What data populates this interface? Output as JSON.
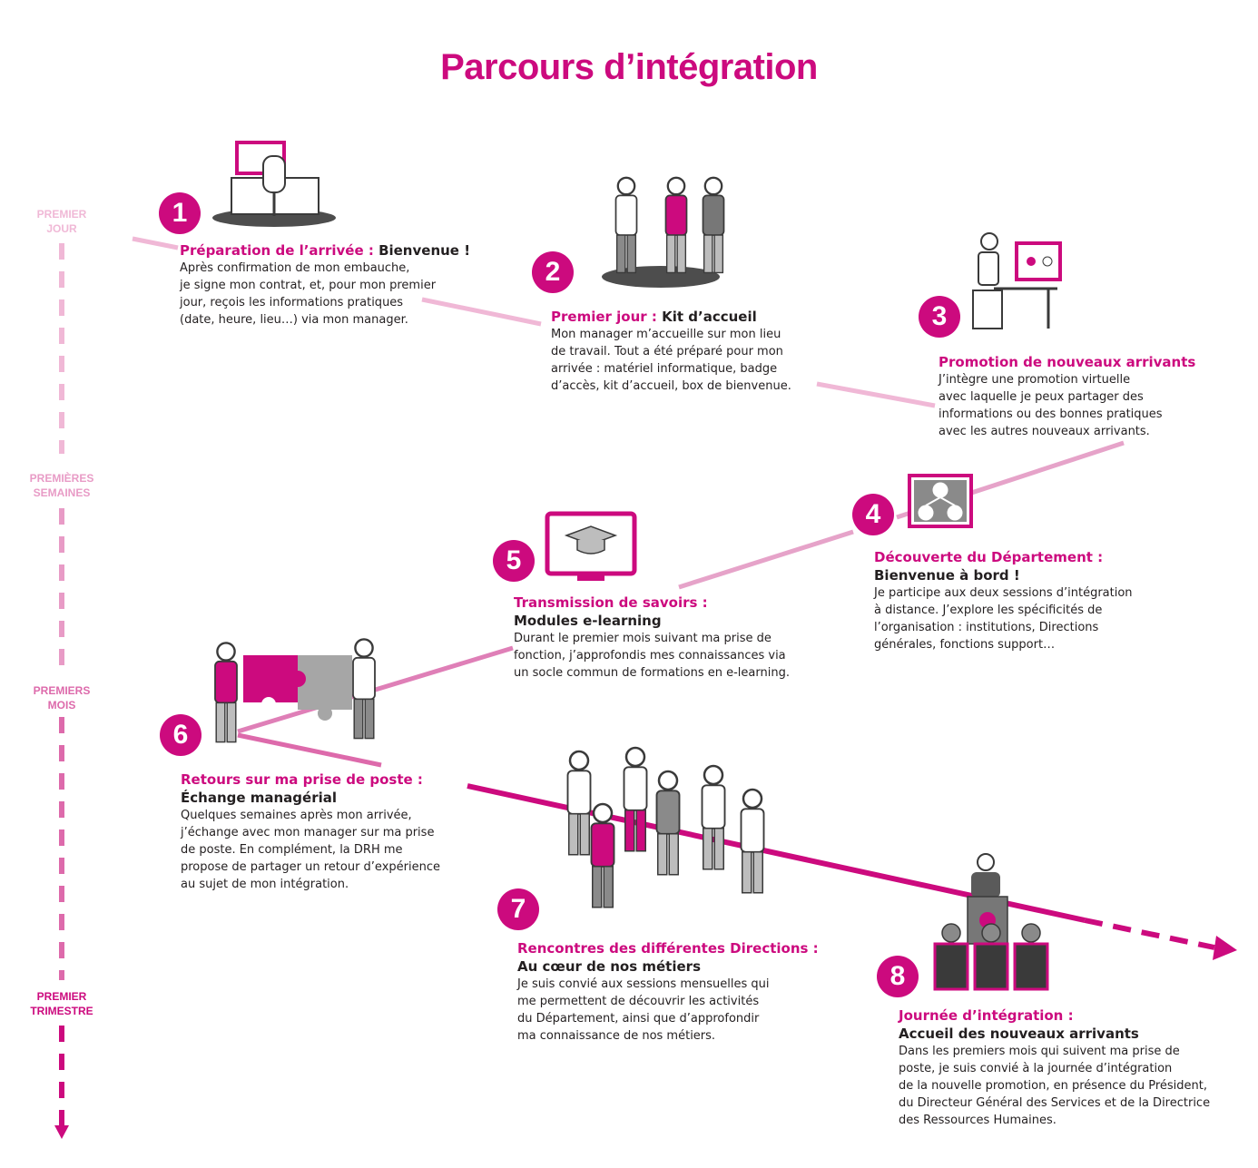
{
  "title": "Parcours d’intégration",
  "colors": {
    "magenta": "#cc0a7e",
    "pink_light": "#f0b8d6",
    "pink_mid": "#e07ab4",
    "grey": "#999999",
    "dark": "#231f20"
  },
  "timeline": [
    {
      "label_lines": [
        "PREMIER",
        "JOUR"
      ],
      "color": "#f0b8d6"
    },
    {
      "label_lines": [
        "PREMIÈRES",
        "SEMAINES"
      ],
      "color": "#e89bc6"
    },
    {
      "label_lines": [
        "PREMIERS",
        "MOIS"
      ],
      "color": "#dd6aab"
    },
    {
      "label_lines": [
        "PREMIER",
        "TRIMESTRE"
      ],
      "color": "#cc0a7e"
    }
  ],
  "steps": [
    {
      "number": "1",
      "title": "Préparation de l’arrivée : ",
      "title_tail": "Bienvenue !",
      "subtitle": "",
      "text_lines": [
        "Après confirmation de mon embauche,",
        "je signe mon contrat, et, pour mon premier",
        "jour, reçois les informations pratiques",
        "(date, heure, lieu…) via mon manager."
      ],
      "icon": "office-desk-icon"
    },
    {
      "number": "2",
      "title": "Premier jour : ",
      "title_tail": "Kit d’accueil",
      "subtitle": "",
      "text_lines": [
        "Mon manager m’accueille sur mon lieu",
        "de travail. Tout a été préparé pour mon",
        "arrivée : matériel informatique, badge",
        "d’accès, kit d’accueil, box de bienvenue."
      ],
      "icon": "handshake-people-icon"
    },
    {
      "number": "3",
      "title": "Promotion de nouveaux arrivants",
      "title_tail": "",
      "subtitle": "",
      "text_lines": [
        "J’intègre une promotion virtuelle",
        "avec laquelle je peux partager des",
        "informations ou des bonnes pratiques",
        "avec les autres nouveaux arrivants."
      ],
      "icon": "video-call-desk-icon"
    },
    {
      "number": "4",
      "title": "Découverte du Département :",
      "title_tail": "",
      "subtitle": "Bienvenue à bord !",
      "text_lines": [
        "Je participe aux deux sessions d’intégration",
        "à distance. J’explore les spécificités de",
        "l’organisation : institutions, Directions",
        "générales, fonctions support…"
      ],
      "icon": "network-people-icon"
    },
    {
      "number": "5",
      "title": "Transmission de savoirs :",
      "title_tail": "",
      "subtitle": "Modules e-learning",
      "text_lines": [
        "Durant le premier mois suivant ma prise de",
        "fonction, j’approfondis mes connaissances via",
        "un socle commun de formations en e-learning."
      ],
      "icon": "graduation-cap-screen-icon"
    },
    {
      "number": "6",
      "title": "Retours sur ma prise de poste :",
      "title_tail": "",
      "subtitle": "Échange managérial",
      "text_lines": [
        "Quelques semaines après mon arrivée,",
        "j’échange avec mon manager sur ma prise",
        "de poste. En complément, la DRH me",
        "propose de partager un retour d’expérience",
        "au sujet de mon intégration."
      ],
      "icon": "puzzle-people-icon"
    },
    {
      "number": "7",
      "title": "Rencontres des différentes Directions :",
      "title_tail": "",
      "subtitle": "Au cœur de nos métiers",
      "text_lines": [
        "Je suis convié aux sessions mensuelles qui",
        "me permettent de découvrir les activités",
        "du Département, ainsi que d’approfondir",
        "ma connaissance de nos métiers."
      ],
      "icon": "group-people-icon"
    },
    {
      "number": "8",
      "title": "Journée d’intégration :",
      "title_tail": "",
      "subtitle": "Accueil des nouveaux arrivants",
      "text_lines": [
        "Dans les premiers mois qui suivent ma prise de",
        "poste, je suis convié à la journée d’intégration",
        "de la nouvelle promotion, en présence du Président,",
        "du Directeur Général des Services et de la Directrice",
        "des Ressources Humaines."
      ],
      "icon": "speaker-podium-icon"
    }
  ]
}
